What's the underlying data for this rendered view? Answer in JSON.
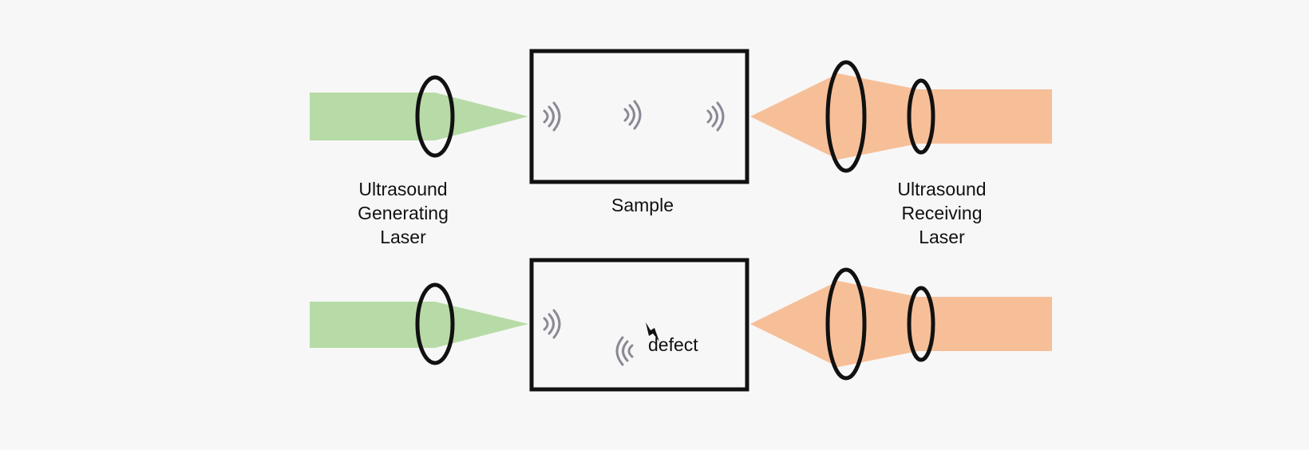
{
  "labels": {
    "generating_laser": [
      "Ultrasound",
      "Generating",
      "Laser"
    ],
    "sample": "Sample",
    "receiving_laser": [
      "Ultrasound",
      "Receiving",
      "Laser"
    ],
    "defect": "defect"
  },
  "colors": {
    "background": "#f7f7f7",
    "generating_beam": "#b7dba7",
    "receiving_beam": "#f7bf98",
    "outline": "#111111",
    "wave": "#8a8a96"
  },
  "icons": {
    "wave": "sound-wave-icon",
    "defect": "defect-crack-icon"
  }
}
